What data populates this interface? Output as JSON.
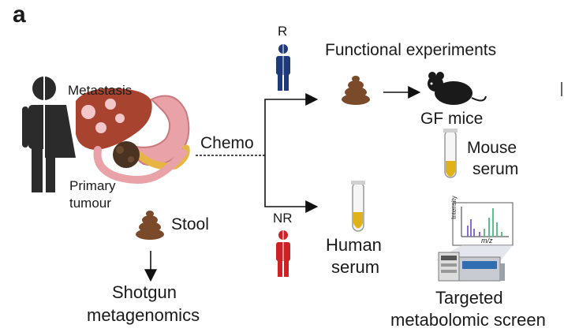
{
  "panel_label": "a",
  "labels": {
    "metastasis": "Metastasis",
    "primary_tumour_1": "Primary",
    "primary_tumour_2": "tumour",
    "stool": "Stool",
    "shotgun_1": "Shotgun",
    "shotgun_2": "metagenomics",
    "chemo": "Chemo",
    "responder": "R",
    "non_responder": "NR",
    "functional": "Functional experiments",
    "gf_mice": "GF mice",
    "mouse_serum_1": "Mouse",
    "mouse_serum_2": "serum",
    "human_serum_1": "Human",
    "human_serum_2": "serum",
    "targeted_1": "Targeted",
    "targeted_2": "metabolomic screen",
    "spectrum_y": "Intensity",
    "spectrum_x": "m/z"
  },
  "colors": {
    "responder": "#1e3a78",
    "non_responder": "#cc2127",
    "stool": "#7a4a2a",
    "liver": "#a8432f",
    "serum": "#e0b21a",
    "person": "#2b2b2b"
  }
}
